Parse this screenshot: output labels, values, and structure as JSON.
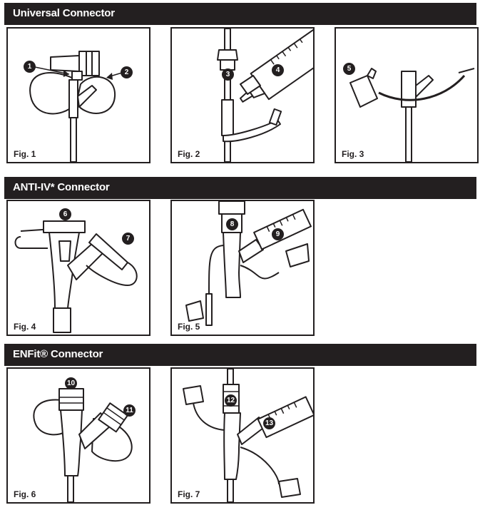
{
  "sections": [
    {
      "title": "Universal Connector"
    },
    {
      "title": "ANTI-IV* Connector"
    },
    {
      "title": "ENFit® Connector"
    }
  ],
  "figures": [
    {
      "label": "Fig. 1",
      "callouts": [
        "1",
        "2"
      ]
    },
    {
      "label": "Fig. 2",
      "callouts": [
        "3",
        "4"
      ]
    },
    {
      "label": "Fig. 3",
      "callouts": [
        "5"
      ]
    },
    {
      "label": "Fig. 4",
      "callouts": [
        "6",
        "7"
      ]
    },
    {
      "label": "Fig. 5",
      "callouts": [
        "8",
        "9"
      ]
    },
    {
      "label": "Fig. 6",
      "callouts": [
        "10",
        "11"
      ]
    },
    {
      "label": "Fig. 7",
      "callouts": [
        "12",
        "13"
      ]
    }
  ]
}
